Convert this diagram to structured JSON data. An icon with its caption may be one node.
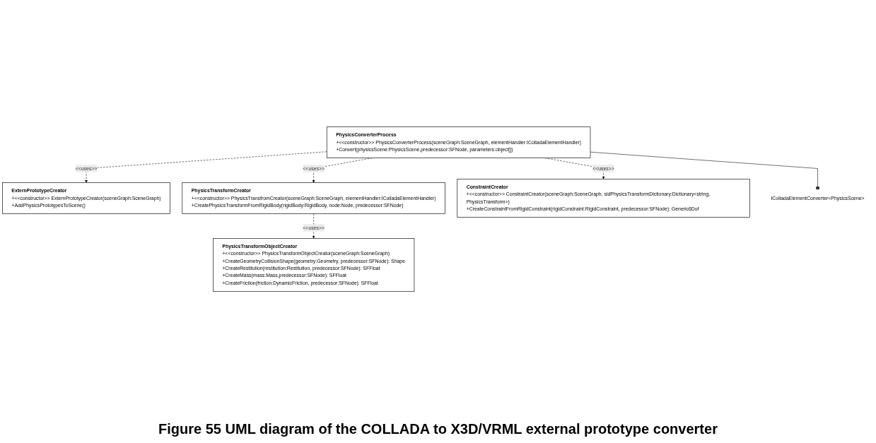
{
  "diagram": {
    "caption": "Figure 55 UML diagram of the COLLADA to X3D/VRML external prototype converter",
    "nodes": [
      {
        "text": [
          "ExternPrototypeCreator",
          "+<<constructor>> ExternPrototypeCreator(sceneGraph:SceneGraph)",
          "+AddPhysicsPrototypesToScene()"
        ]
      },
      {
        "text": [
          "PhysicsConverterProcess",
          "+<<constructor>> PhysicsConverterProcess(sceneGraph:SceneGraph, elementHandler:IColladaElementHandler)",
          "+Convert(physicsScene:PhysicsScene,predecessor:SFNode, parameters:object[])"
        ]
      },
      {
        "text": [
          "PhysicsTransformCreator",
          "+<<constructor>> PhysicsTransfromCreator(sceneGraph:SceneGraph, elementHandler:IColladaElementHandler)",
          "+CreatePhysicsTransformFromRigidBody(rigidBody:RigidBody, node:Node, predecessor:SFNode)"
        ]
      },
      {
        "text": [
          "ConstraintCreator",
          "+<<constructor>> ConstraintCreator(sceneGraph:SceneGraph, sidPhysicsTransformDictionary:Dictionary<string, PhysicsTransform>)",
          "+CreateConstraintFromRigidConstraint(rigidConstraint:RigidConstraint, predecessor:SFNode): Generic6Dof"
        ]
      },
      {
        "text": [
          "PhysicsTransformObjectCreator",
          "+<<constructor>> PhysicsTransformObjectCreator(sceneGraph:SceneGraph)",
          "+CreateGeometryCollisionShape(geometry:Geometry, predecessor:SFNode): Shape",
          "+CreateRestitution(restitution:Restitution, predecessor:SFNode): SFFloat",
          "+CreateMass(mass:Mass,predecessor:SFNode): SFFloat",
          "+CreateFriction(friction:DynamicFriction, predecessor:SFNode): SFFloat"
        ]
      },
      {
        "text": [
          "IColladaElementConverter<PhysicsScene>"
        ]
      }
    ],
    "edges": [
      {
        "from": 1,
        "to": 0,
        "arrow": "to",
        "label": "<<uses>>",
        "style": "dashed"
      },
      {
        "from": 1,
        "to": 2,
        "arrow": "to",
        "label": "<<uses>>",
        "style": "dashed"
      },
      {
        "from": 1,
        "to": 3,
        "arrow": "to",
        "label": "<<uses>>",
        "style": "dashed"
      },
      {
        "from": 2,
        "to": 4,
        "arrow": "to",
        "label": "<<uses>>",
        "style": "dashed"
      },
      {
        "from": 1,
        "to": 5,
        "arrow": "other"
      }
    ]
  }
}
